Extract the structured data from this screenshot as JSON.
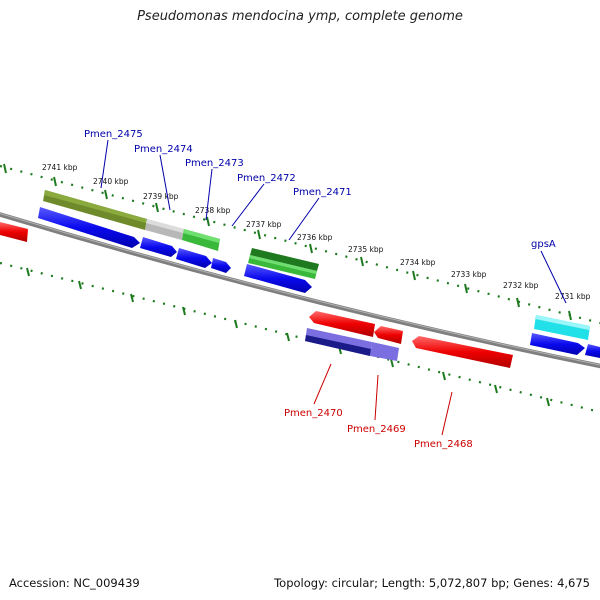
{
  "title": "Pseudomonas mendocina ymp, complete genome",
  "footer": {
    "accession": "Accession: NC_009439",
    "stats": "Topology: circular; Length: 5,072,807 bp; Genes: 4,675"
  },
  "colors": {
    "forward_label": "#0000aa",
    "reverse_label": "#cc0000",
    "backbone": "#808080",
    "ticks": "#1e7a1e",
    "cds": "#0a0aee",
    "rrna": "#ee0000",
    "gene_green": "#3ab83a",
    "gene_olive": "#6e8a2a",
    "gene_gray": "#b8b8b8",
    "gene_cyan": "#22e0e8",
    "gene_purple": "#7a6ee0",
    "gene_navy": "#1a1a88"
  },
  "scale_labels": [
    "2741 kbp",
    "2740 kbp",
    "2739 kbp",
    "2738 kbp",
    "2737 kbp",
    "2736 kbp",
    "2735 kbp",
    "2734 kbp",
    "2733 kbp",
    "2732 kbp",
    "2731 kbp"
  ],
  "forward_genes": [
    "Pmen_2475",
    "Pmen_2474",
    "Pmen_2473",
    "Pmen_2472",
    "Pmen_2471",
    "gpsA"
  ],
  "reverse_genes": [
    "Pmen_2470",
    "Pmen_2469",
    "Pmen_2468"
  ]
}
